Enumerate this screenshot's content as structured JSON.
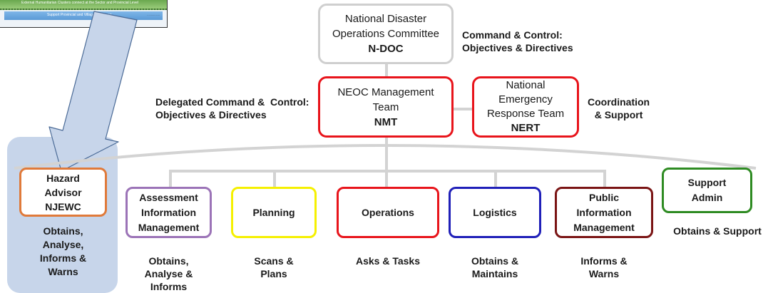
{
  "thumbnail": {
    "row1": "External Humanitarian Clusters connect at the Sector and Provincial Level",
    "row2": "Support Provincial and Village Response",
    "tiny_text": "................"
  },
  "top": {
    "name_lines": [
      "National Disaster",
      "Operations Committee"
    ],
    "code": "N-DOC",
    "side_label_lines": [
      "Command & Control:",
      "Objectives & Directives"
    ]
  },
  "nmt": {
    "name_lines": [
      "NEOC Management",
      "Team"
    ],
    "code": "NMT",
    "side_label_lines": [
      "Delegated Command &  Control:",
      "Objectives & Directives"
    ]
  },
  "nert": {
    "name_lines": [
      "National",
      "Emergency",
      "Response Team"
    ],
    "code": "NERT",
    "side_label_lines": [
      "Coordination",
      "& Support"
    ]
  },
  "hazard": {
    "lines": [
      "Hazard",
      "Advisor",
      "NJEWC"
    ],
    "caption_lines": [
      "Obtains,",
      "Analyse,",
      "Informs &",
      "Warns"
    ]
  },
  "functions": [
    {
      "lines": [
        "Assessment",
        "Information",
        "Management"
      ],
      "caption_lines": [
        "Obtains,",
        "Analyse &",
        "Informs"
      ]
    },
    {
      "lines": [
        "Planning"
      ],
      "caption_lines": [
        "Scans &",
        "Plans"
      ]
    },
    {
      "lines": [
        "Operations"
      ],
      "caption_lines": [
        "Asks & Tasks"
      ]
    },
    {
      "lines": [
        "Logistics"
      ],
      "caption_lines": [
        "Obtains &",
        "Maintains"
      ]
    },
    {
      "lines": [
        "Public",
        "Information",
        "Management"
      ],
      "caption_lines": [
        "Informs &",
        "Warns"
      ]
    }
  ],
  "support": {
    "lines": [
      "Support",
      "Admin"
    ],
    "caption_lines": [
      "Obtains & Support"
    ]
  },
  "colors": {
    "top": "#cfcfcf",
    "nmt": "#e8141b",
    "nert": "#e8141b",
    "hazard": "#e07a3a",
    "assessment": "#9b73b7",
    "planning": "#f5f000",
    "operations": "#e8141b",
    "logistics": "#1f1fb8",
    "public_info": "#7a1414",
    "support": "#2e8b22",
    "highlight": "#c7d5ea",
    "connector": "#d3d3d3"
  }
}
